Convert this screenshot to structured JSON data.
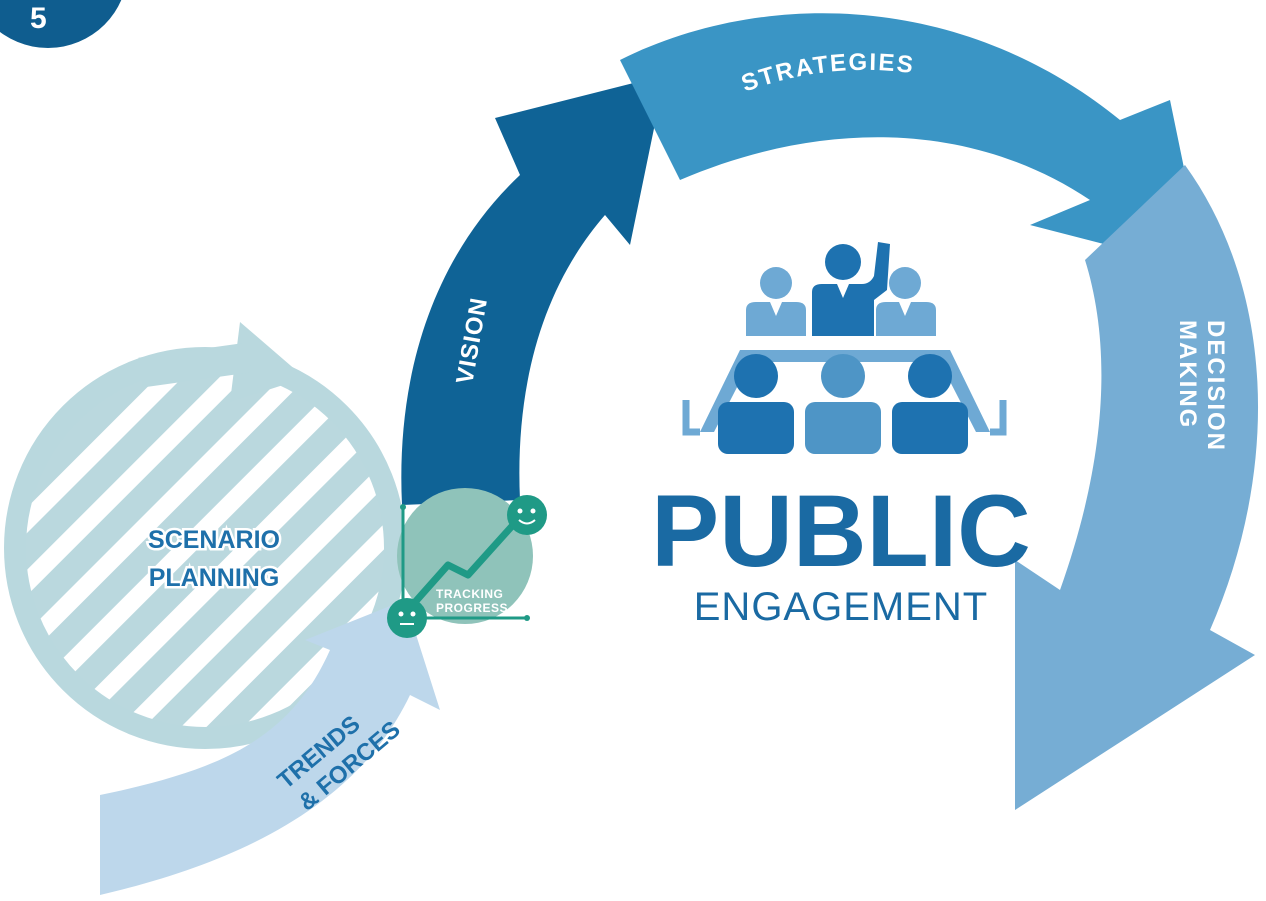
{
  "labels": {
    "strategies": "STRATEGIES",
    "vision": "VISION",
    "decision_line1": "DECISION",
    "decision_line2": "MAKING",
    "scenario_line1": "SCENARIO",
    "scenario_line2": "PLANNING",
    "trends_line1": "TRENDS",
    "trends_line2": "& FORCES",
    "tracking_line1": "TRACKING",
    "tracking_line2": "PROGRESS",
    "public": "PUBLIC",
    "engagement": "ENGAGEMENT"
  },
  "colors": {
    "vision_arrow": "#0f6396",
    "strategies_arrow": "#3a95c5",
    "decision_arrow": "#76add4",
    "scenario_circle": "#b9d8de",
    "trends_arrow": "#bcd7eb",
    "tracking_circle": "#8fc4bb",
    "tracking_green": "#1f9a86",
    "title_blue": "#1a6aa3",
    "people_dark": "#1e72b0",
    "people_mid": "#4e95c6",
    "people_light": "#6ea9d4",
    "scenario_text": "#1e70aa",
    "corner_badge": "#0f5d8f"
  },
  "icons": {
    "central": "meeting-people-icon",
    "tracking": "progress-chart-icon",
    "corner": "corner-badge-icon"
  }
}
